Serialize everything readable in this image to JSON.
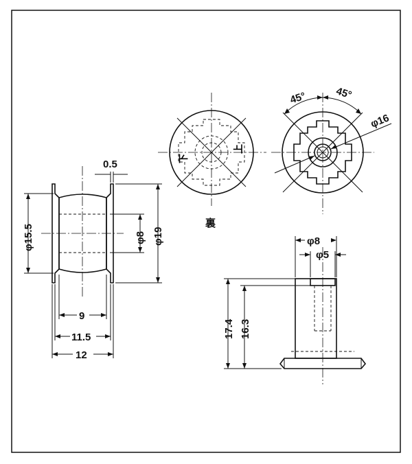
{
  "drawing": {
    "colors": {
      "line": "#111111",
      "background": "#ffffff"
    },
    "side_view_left": {
      "dim_top_gap": "0.5",
      "dim_outer_dia": "φ15.5",
      "dim_inner_dia": "φ8",
      "dim_flange_dia": "φ19",
      "dim_inner_width": "9",
      "dim_mid_width": "11.5",
      "dim_total_width": "12"
    },
    "back_view": {
      "label": "裏",
      "mark_left": "下",
      "mark_right": "上"
    },
    "front_view": {
      "angle_left": "45°",
      "angle_right": "45°",
      "dim_dia": "φ16"
    },
    "section_view": {
      "dim_outer_dia": "φ8",
      "dim_inner_dia": "φ5",
      "dim_total_height": "17.4",
      "dim_inner_height": "16.3"
    }
  }
}
